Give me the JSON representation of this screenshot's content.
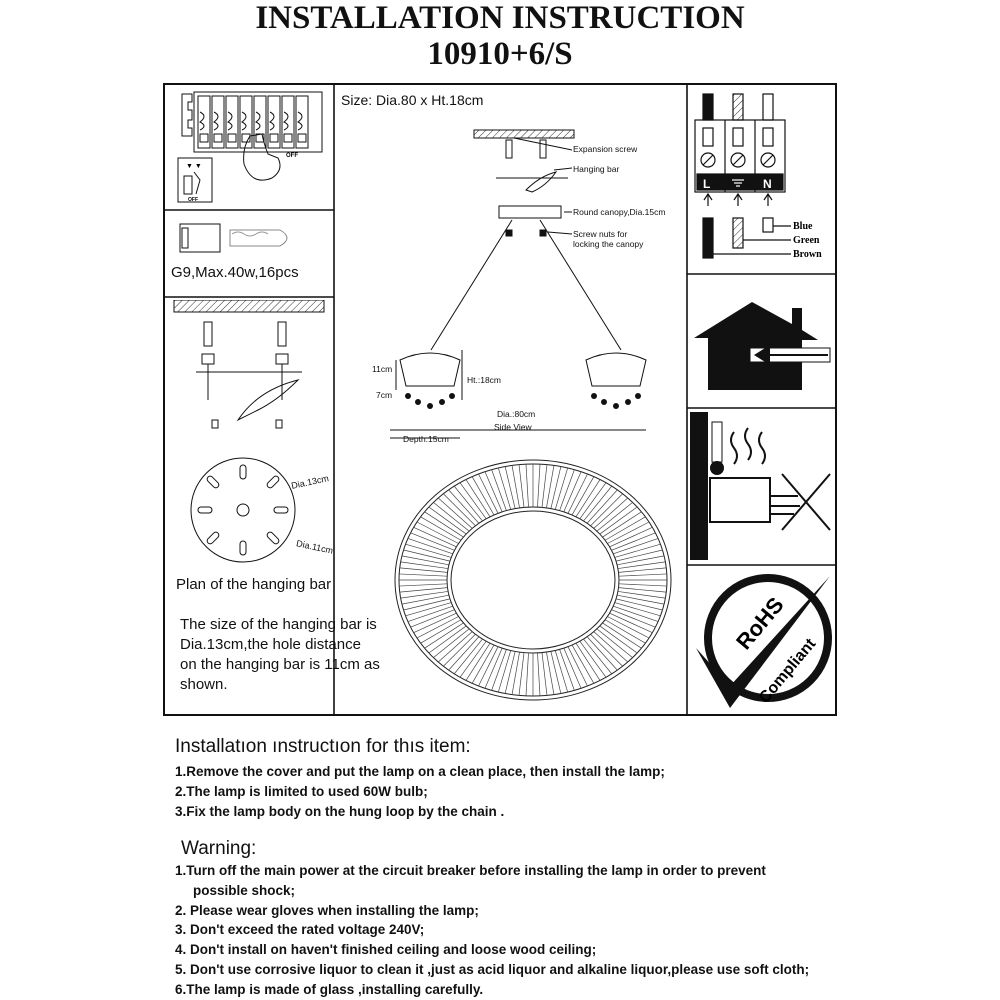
{
  "header": {
    "title": "INSTALLATION INSTRUCTION",
    "model": "10910+6/S"
  },
  "panels": {
    "size_label": "Size: Dia.80 x Ht.18cm",
    "bulb_label": "G9,Max.40w,16pcs",
    "plan_label": "Plan of the hanging bar",
    "plan_note": "The size of the hanging bar is Dia.13cm,the hole distance on the hanging bar is 11cm as shown.",
    "plan_dia_outer": "Dia.13cm",
    "plan_dia_inner": "Dia.11cm"
  },
  "side_view": {
    "callouts": [
      "Expansion screw",
      "Hanging bar",
      "Round canopy,Dia.15cm",
      "Screw nuts for",
      "locking the canopy"
    ],
    "dims": {
      "h11": "11cm",
      "h7": "7cm",
      "ht": "Ht.:18cm",
      "dia": "Dia.:80cm",
      "depth": "Depth:15cm",
      "view": "Side View"
    }
  },
  "wiring": {
    "terminals": [
      "L",
      "N"
    ],
    "wires": [
      "Blue",
      "Green",
      "Brown"
    ]
  },
  "badge": {
    "line1": "RoHS",
    "line2": "Compliant"
  },
  "instructions": {
    "heading": "Installatıon ınstructıon for thıs item:",
    "steps": [
      "1.Remove the cover and put the lamp on a clean place, then install the lamp;",
      "2.The lamp is limited to used  60W bulb;",
      "3.Fix the lamp body on the  hung loop by the chain ."
    ]
  },
  "warning": {
    "heading": "Warning:",
    "items": [
      "1.Turn off the main power at the circuit breaker before installing the lamp in order to prevent",
      "possible shock;",
      "2. Please wear gloves when installing the lamp;",
      "3. Don't exceed the rated voltage 240V;",
      "4. Don't install on haven't finished ceiling and loose wood ceiling;",
      "5. Don't use corrosive liquor to clean it ,just as acid liquor and alkaline liquor,please use soft cloth;",
      "6.The lamp is made of  glass ,installing carefully."
    ]
  }
}
